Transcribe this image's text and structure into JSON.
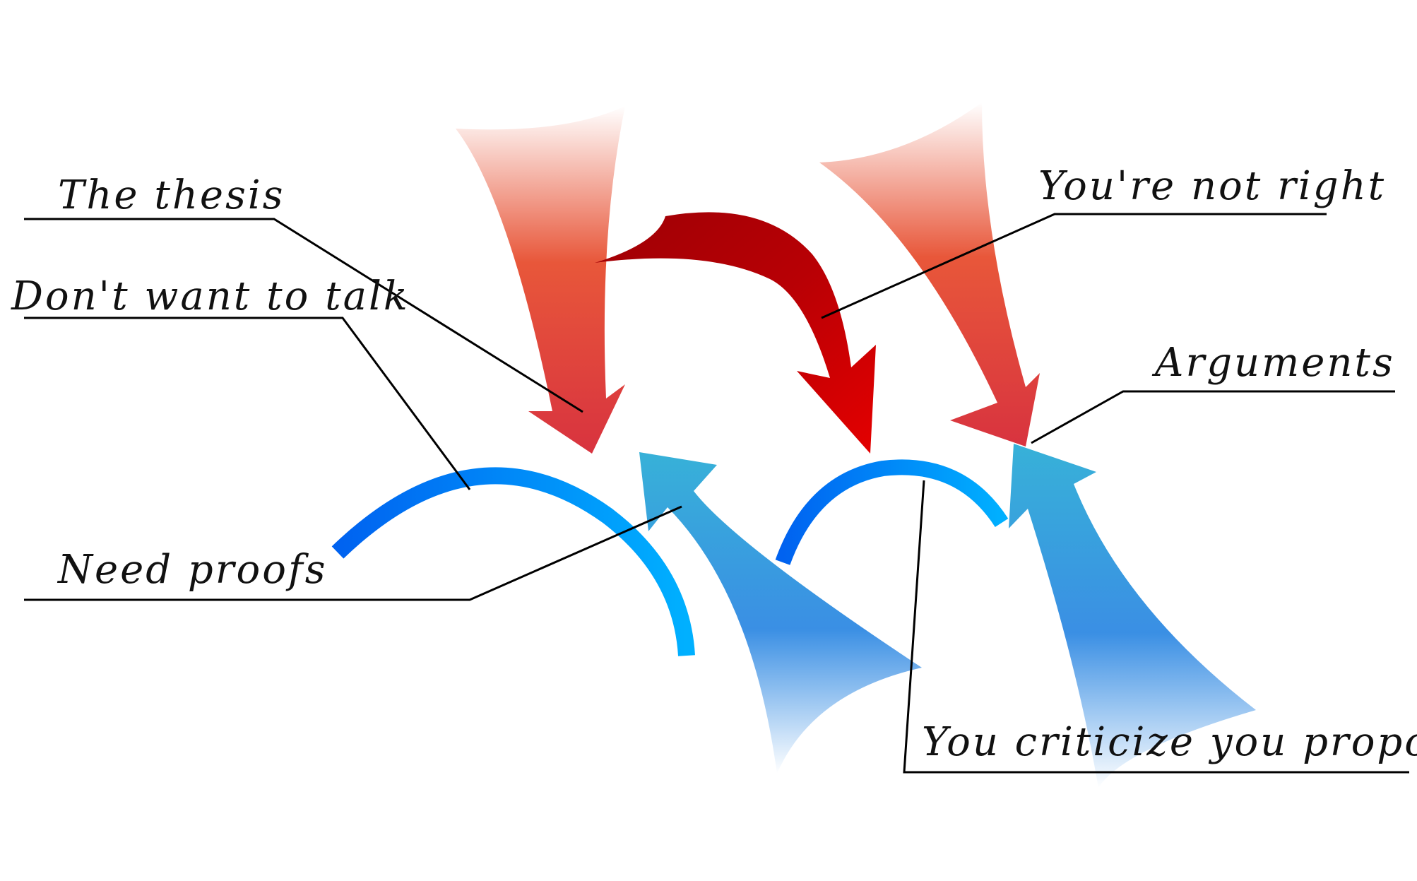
{
  "labels": {
    "the_thesis": "The thesis",
    "dont_want_to_talk": "Don't want to talk",
    "need_proofs": "Need proofs",
    "youre_not_right": "You're not right",
    "arguments": "Arguments",
    "you_criticize_you_propose": "You criticize you propose"
  },
  "colors": {
    "red_top": "#ffffff",
    "red_mid": "#e8573a",
    "red_bottom": "#d8333f",
    "dark_red": "#9e0005",
    "bright_red": "#e40000",
    "blue_top": "#37b1d8",
    "blue_mid": "#3a8fe4",
    "blue_bottom": "#ffffff",
    "arc_blue_dark": "#0062f0",
    "arc_blue_light": "#00b0ff",
    "leader_line": "#000000"
  }
}
